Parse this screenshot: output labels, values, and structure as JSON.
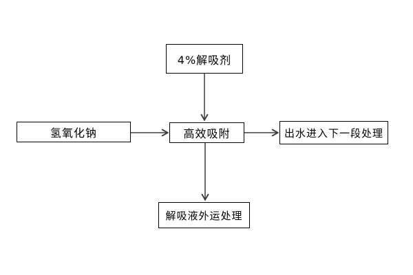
{
  "diagram": {
    "type": "flowchart",
    "nodes": {
      "desorbent": {
        "label": "4%解吸剂"
      },
      "naoh": {
        "label": "氢氧化钠"
      },
      "adsorption": {
        "label": "高效吸附"
      },
      "effluent": {
        "label": "出水进入下一段处理"
      },
      "desorption_liquid": {
        "label": "解吸液外运处理"
      }
    },
    "edges": [
      {
        "from": "desorbent",
        "to": "adsorption",
        "direction": "down"
      },
      {
        "from": "naoh",
        "to": "adsorption",
        "direction": "right"
      },
      {
        "from": "adsorption",
        "to": "effluent",
        "direction": "right"
      },
      {
        "from": "adsorption",
        "to": "desorption_liquid",
        "direction": "down"
      }
    ],
    "colors": {
      "background": "#ffffff",
      "box_border": "#000000",
      "text": "#000000",
      "arrow": "#3d3d3d"
    }
  }
}
